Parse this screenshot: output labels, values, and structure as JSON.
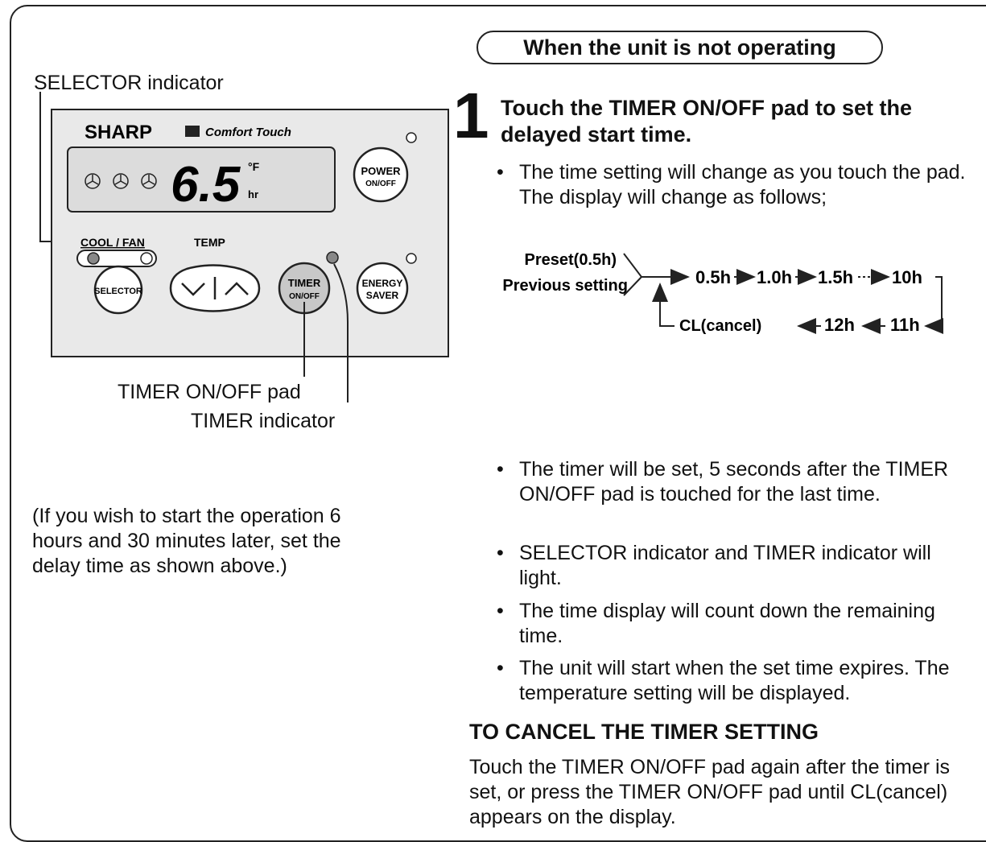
{
  "labels": {
    "selector_indicator": "SELECTOR indicator",
    "timer_pad": "TIMER ON/OFF pad",
    "timer_indicator": "TIMER indicator"
  },
  "panel": {
    "brand": "SHARP",
    "logo_text": "Comfort Touch",
    "display_value": "6.5",
    "unit_f": "°F",
    "unit_hr": "hr",
    "cool_fan": "COOL / FAN",
    "temp": "TEMP",
    "power_line1": "POWER",
    "power_line2": "ON/OFF",
    "selector": "SELECTOR",
    "timer_line1": "TIMER",
    "timer_line2": "ON/OFF",
    "energy_line1": "ENERGY",
    "energy_line2": "SAVER"
  },
  "note": "(If you wish to start the operation 6 hours and 30 minutes later, set the delay time as shown above.)",
  "header": "When the unit is not operating",
  "step": {
    "number": "1",
    "title": "Touch the TIMER ON/OFF pad to set the delayed start time."
  },
  "bullets_top": [
    "The time setting will change as you touch the pad. The display will change as follows;"
  ],
  "flow": {
    "preset": "Preset(0.5h)",
    "previous": "Previous setting",
    "row1": [
      "0.5h",
      "1.0h",
      "1.5h",
      "10h"
    ],
    "row2": [
      "CL(cancel)",
      "12h",
      "11h"
    ]
  },
  "bullets": [
    "The timer will be set, 5 seconds after the TIMER ON/OFF pad is touched for the last time.",
    "SELECTOR indicator and TIMER indicator will light.",
    "The time display will count down the remaining time.",
    "The unit will start when the set time expires. The temperature setting will be displayed."
  ],
  "cancel": {
    "title": "TO CANCEL THE TIMER SETTING",
    "text": "Touch the TIMER ON/OFF pad again after the timer is set, or press the TIMER ON/OFF pad until CL(cancel) appears on the display."
  }
}
